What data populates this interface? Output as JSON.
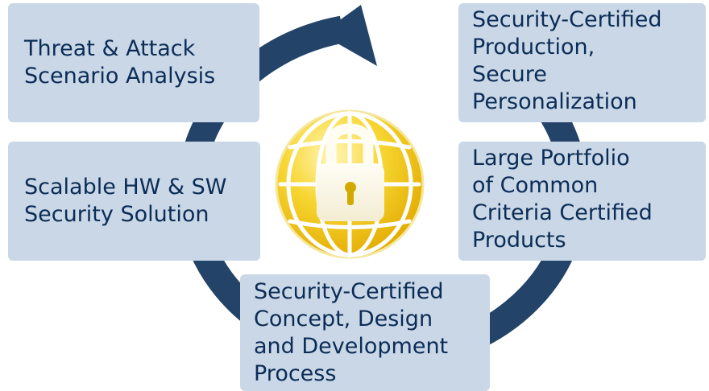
{
  "diagram": {
    "steps": [
      {
        "text": "Threat & Attack\nScenario Analysis"
      },
      {
        "text": "Scalable HW & SW\nSecurity Solution"
      },
      {
        "text": "Security-Certified\nConcept, Design\nand Development\nProcess"
      },
      {
        "text": "Large Portfolio\nof Common\nCriteria Certified\nProducts"
      },
      {
        "text": "Security-Certified\nProduction,\nSecure\nPersonalization"
      }
    ],
    "center_icon": "lock-globe-icon",
    "colors": {
      "cycle_arrow": "#234369",
      "step_box": "#c9d7e7",
      "step_text": "#0b2c55",
      "globe_gold": "#f4c514"
    }
  }
}
